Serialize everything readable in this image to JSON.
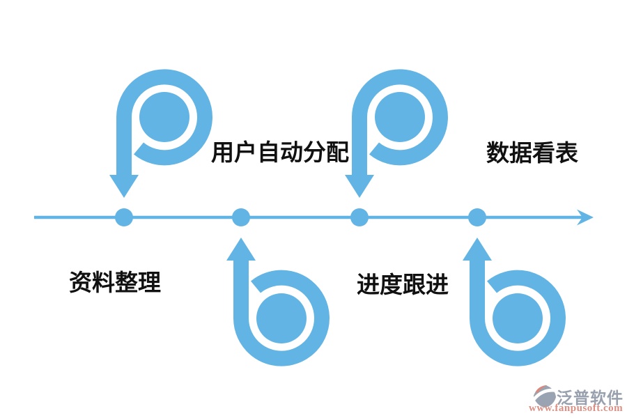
{
  "diagram": {
    "type": "timeline-flow",
    "accent_color": "#61B4E4",
    "label_text_color": "#111111",
    "background_color": "#FFFFFF",
    "timeline": {
      "direction": "left-to-right",
      "dot_count": 4,
      "has_end_arrow": true
    },
    "steps": [
      {
        "label": "资料整理",
        "label_position": "below-line",
        "marker": "p-spiral-arrow-down",
        "marker_position": "above-line"
      },
      {
        "label": "用户自动分配",
        "label_position": "above-line",
        "marker": "b-spiral-arrow-up",
        "marker_position": "below-line"
      },
      {
        "label": "进度跟进",
        "label_position": "below-line",
        "marker": "p-spiral-arrow-down",
        "marker_position": "above-line"
      },
      {
        "label": "数据看表",
        "label_position": "above-line",
        "marker": "b-spiral-arrow-up",
        "marker_position": "below-line"
      }
    ]
  },
  "watermark": {
    "logo_icon": "fanpu-logo",
    "brand": "泛普软件",
    "url": "www.fanpusoft.com",
    "brand_color": "#98A0AD",
    "url_color": "#DB8F84",
    "logo_gray": "#9AA3B2",
    "logo_salmon": "#D9897B"
  }
}
